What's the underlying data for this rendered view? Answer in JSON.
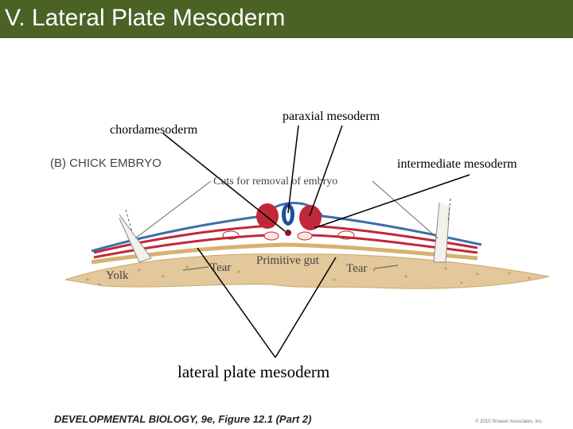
{
  "slide": {
    "title": "V. Lateral Plate Mesoderm"
  },
  "labels": {
    "chordamesoderm": "chordamesoderm",
    "paraxial": "paraxial mesoderm",
    "intermediate": "intermediate mesoderm",
    "lateral_plate": "lateral plate mesoderm"
  },
  "figure": {
    "panel_label": "(B)  CHICK EMBRYO",
    "cuts_label": "Cuts for removal of embryo",
    "yolk_label": "Yolk",
    "tear_left_label": "Tear",
    "tear_right_label": "Tear",
    "primitive_gut_label": "Primitive gut"
  },
  "caption": {
    "source": "DEVELOPMENTAL BIOLOGY, 9e, Figure 12.1 (Part 2)",
    "copyright": "© 2010 Sinauer Associates, Inc."
  },
  "colors": {
    "title_bar": "#4a6325",
    "ectoderm": "#3b6fa8",
    "mesoderm": "#c0283a",
    "endoderm": "#d8b070",
    "yolk": "#e2c89a",
    "neural_tube": "#1f4f9a"
  }
}
